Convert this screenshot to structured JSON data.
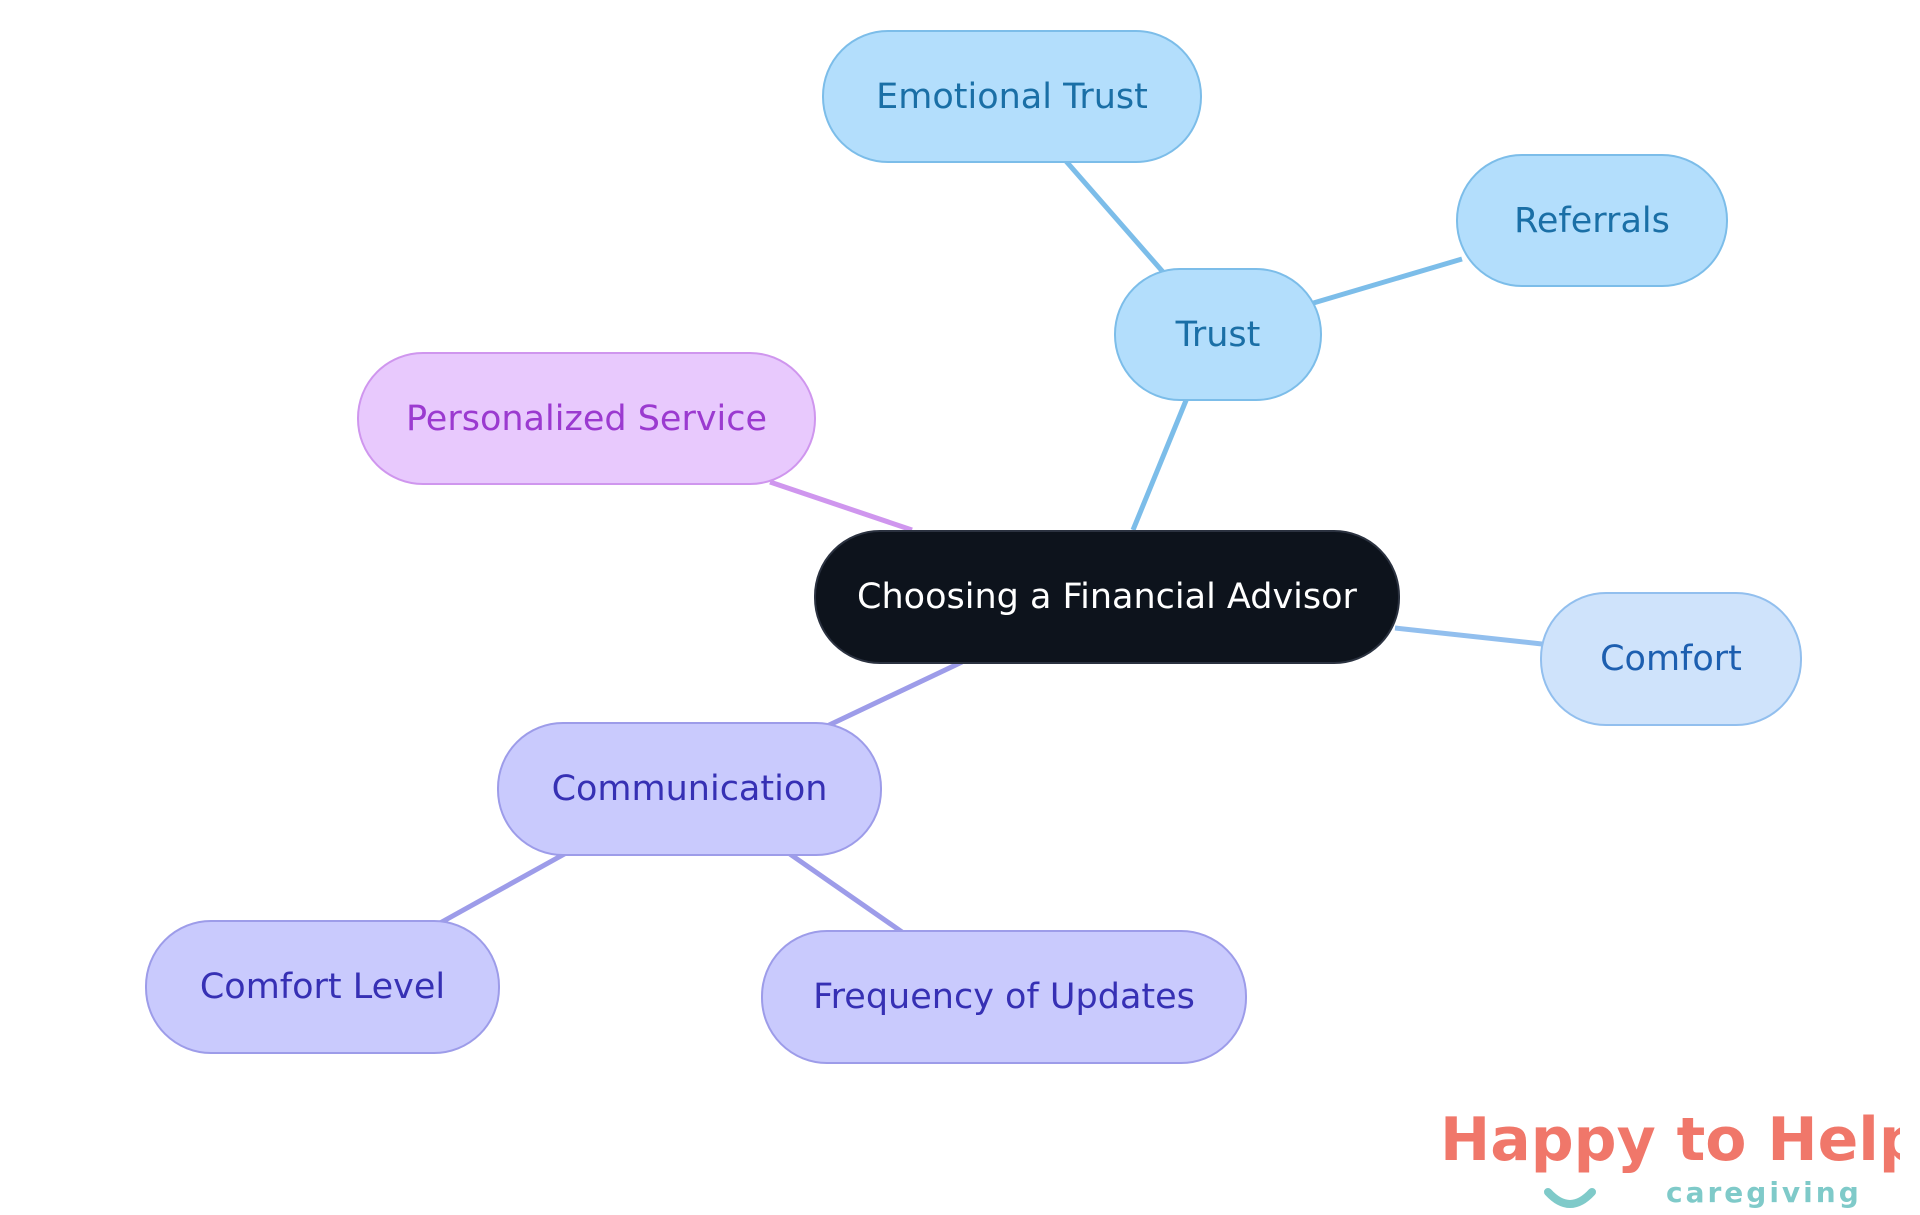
{
  "diagram": {
    "type": "mind-map",
    "root": {
      "id": "root",
      "label": "Choosing a Financial Advisor"
    },
    "nodes": [
      {
        "id": "trust",
        "label": "Trust",
        "parent": "root",
        "color": "#b3defc"
      },
      {
        "id": "emotional-trust",
        "label": "Emotional Trust",
        "parent": "trust",
        "color": "#b3defc"
      },
      {
        "id": "referrals",
        "label": "Referrals",
        "parent": "trust",
        "color": "#b3defc"
      },
      {
        "id": "personalized-service",
        "label": "Personalized Service",
        "parent": "root",
        "color": "#e8c9fd"
      },
      {
        "id": "comfort",
        "label": "Comfort",
        "parent": "root",
        "color": "#cfe3fb"
      },
      {
        "id": "communication",
        "label": "Communication",
        "parent": "root",
        "color": "#c9cafd"
      },
      {
        "id": "comfort-level",
        "label": "Comfort Level",
        "parent": "communication",
        "color": "#c9cafd"
      },
      {
        "id": "frequency-of-updates",
        "label": "Frequency of Updates",
        "parent": "communication",
        "color": "#c9cafd"
      }
    ]
  },
  "logo": {
    "line1": "Happy to Help",
    "line2": "caregiving",
    "colors": {
      "primary": "#f0776a",
      "secondary": "#7fcac9"
    }
  }
}
